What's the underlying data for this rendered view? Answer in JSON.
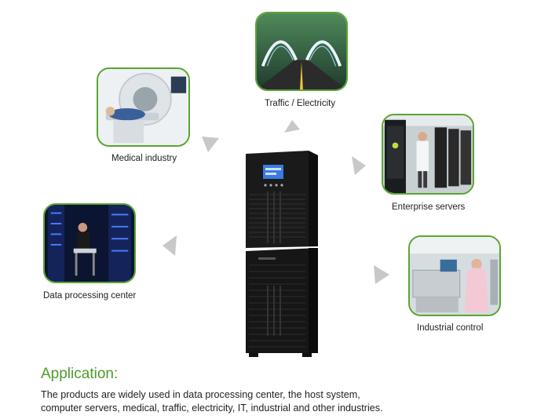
{
  "applications": [
    {
      "id": "traffic",
      "label": "Traffic / Electricity"
    },
    {
      "id": "medical",
      "label": "Medical industry"
    },
    {
      "id": "enterprise",
      "label": "Enterprise servers"
    },
    {
      "id": "data",
      "label": "Data processing center"
    },
    {
      "id": "industrial",
      "label": "Industrial control"
    }
  ],
  "section": {
    "title": "Application:",
    "description_line1": "The products are widely used in data processing center, the host system,",
    "description_line2": "computer servers, medical, traffic, electricity, IT, industrial and other industries."
  },
  "colors": {
    "accent": "#5aa533",
    "arrow": "#c8c8c8",
    "ups_body": "#1c1c1c",
    "lcd": "#3a7be0"
  }
}
